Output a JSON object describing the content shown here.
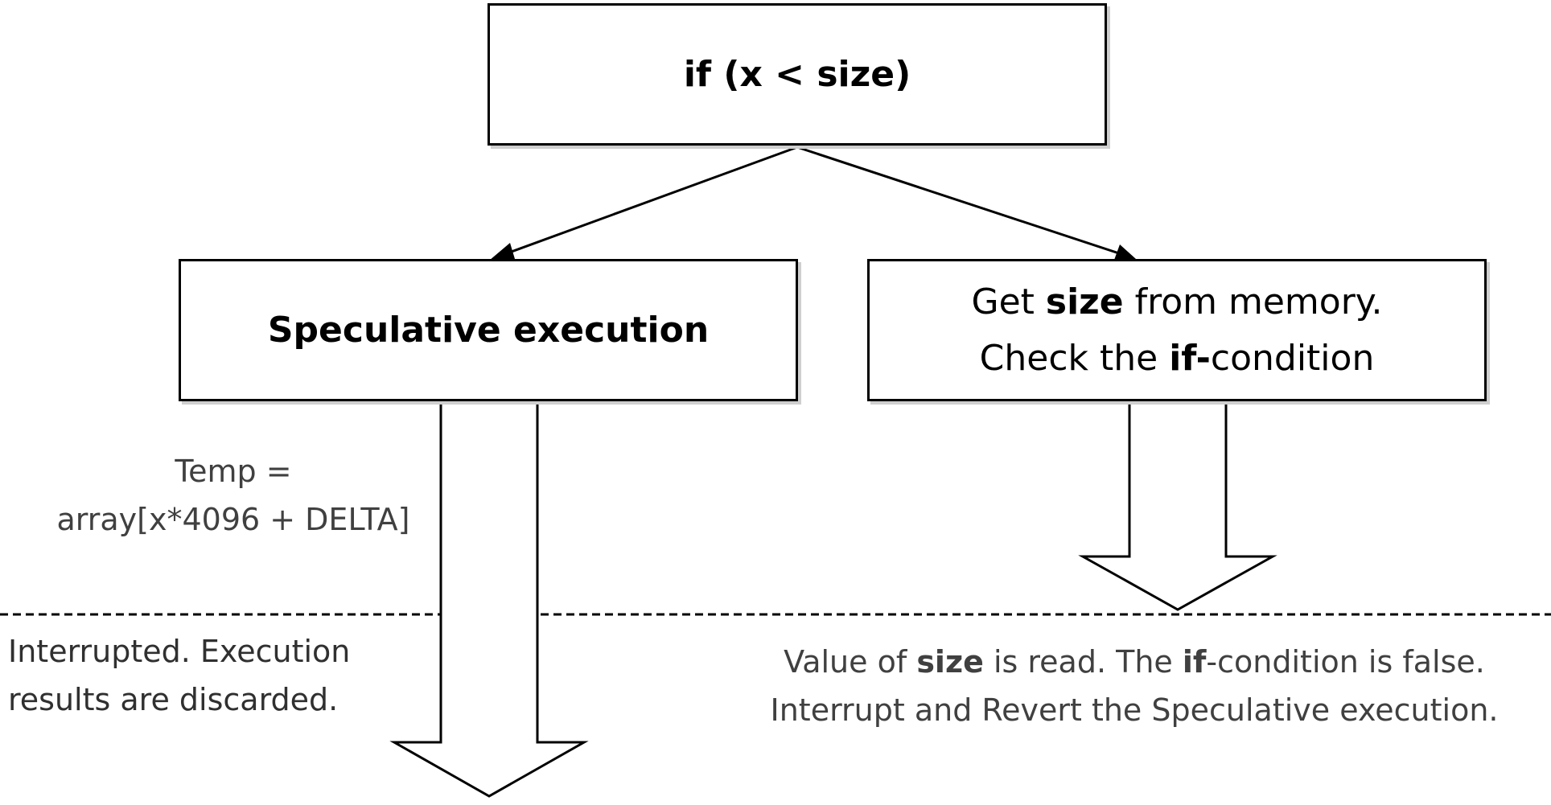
{
  "nodes": {
    "condition": {
      "text": "if (x < size)"
    },
    "speculative": {
      "text": "Speculative execution"
    },
    "check": {
      "line1": {
        "pre": "Get ",
        "bold": "size",
        "post": " from memory."
      },
      "line2": {
        "pre": "Check the ",
        "bold": "if-",
        "post": "condition"
      }
    }
  },
  "annotations": {
    "temp": {
      "line1": "Temp =",
      "line2": "array[x*4096 + DELTA]"
    },
    "interrupted": {
      "line1": "Interrupted. Execution",
      "line2": "results are discarded."
    },
    "value": {
      "line1": {
        "pre": "Value of ",
        "bold1": "size",
        "mid": " is read. The ",
        "bold2": "if",
        "post": "-condition is false."
      },
      "line2": "Interrupt and Revert the Speculative execution."
    }
  },
  "colors": {
    "stroke": "#000000",
    "box_shadow": "#cfcfcf",
    "annotation_text": "#404040"
  }
}
